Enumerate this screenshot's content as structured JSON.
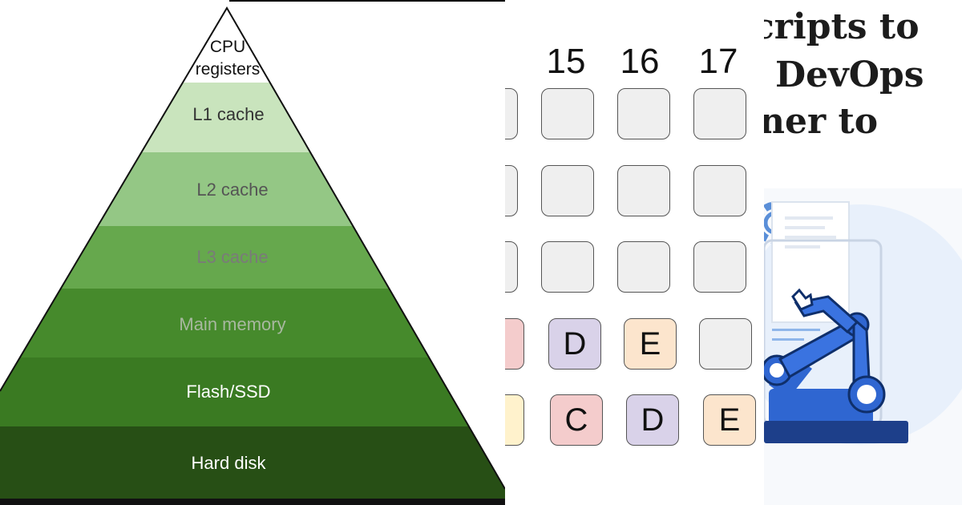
{
  "pyramid": {
    "levels": [
      {
        "label": "CPU registers",
        "color": "#ffffff",
        "text_color": "#111111"
      },
      {
        "label": "L1 cache",
        "color": "#c9e4bd",
        "text_color": "#333333"
      },
      {
        "label": "L2 cache",
        "color": "#94c785",
        "text_color": "#555555"
      },
      {
        "label": "L3 cache",
        "color": "#66a84d",
        "text_color": "#7a7a7a"
      },
      {
        "label": "Main memory",
        "color": "#468a2c",
        "text_color": "#a8b8a0"
      },
      {
        "label": "Flash/SSD",
        "color": "#3a7a22",
        "text_color": "#ffffff"
      },
      {
        "label": "Hard disk",
        "color": "#274f15",
        "text_color": "#ffffff"
      }
    ]
  },
  "schedule": {
    "columns": [
      "15",
      "16",
      "17"
    ],
    "row4": [
      "D",
      "E",
      ""
    ],
    "row5": [
      "C",
      "D",
      "E"
    ],
    "colors": {
      "C": "#f4cccc",
      "D": "#d9d2e9",
      "E": "#fce5cd",
      "empty": "#efefef",
      "B": "#fff2cc"
    }
  },
  "article": {
    "title_lines": [
      "cripts to",
      "DevOps",
      "ner to"
    ],
    "icon": "robot-arm-icon"
  }
}
